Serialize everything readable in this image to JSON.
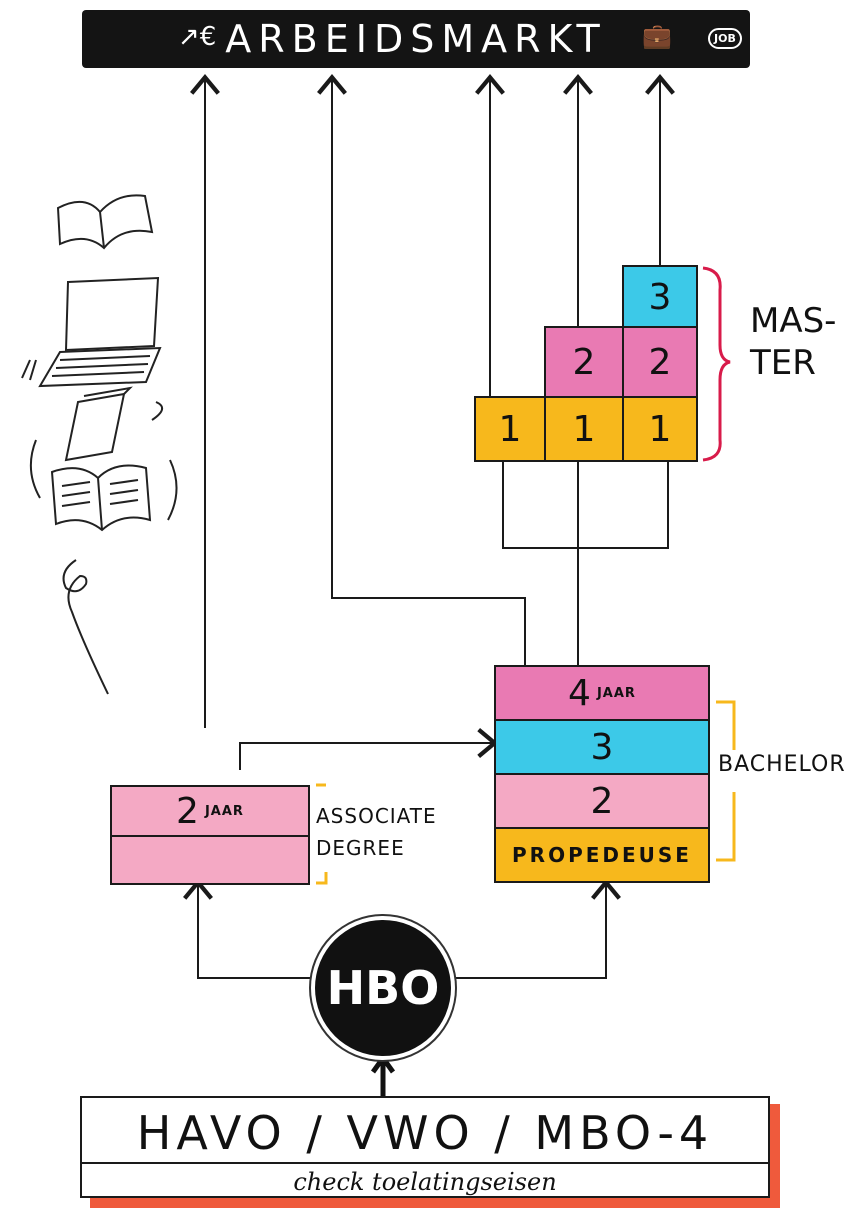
{
  "banner": {
    "title": "ARBEIDSMARKT",
    "left_icon": "growth-euro-icon",
    "right_icon": "briefcase-job-icon",
    "job_text": "JOB"
  },
  "master": {
    "label_line1": "MAS-",
    "label_line2": "TER",
    "year1": [
      "1",
      "1",
      "1"
    ],
    "year2": [
      "2",
      "2"
    ],
    "year3": "3"
  },
  "bachelor": {
    "label": "BACHELOR",
    "year4": "4",
    "year4_unit": "JAAR",
    "year3": "3",
    "year2": "2",
    "year1": "PROPEDEUSE"
  },
  "associate": {
    "label_line1": "ASSOCIATE",
    "label_line2": "DEGREE",
    "years": "2",
    "years_unit": "JAAR"
  },
  "hbo": "HBO",
  "entry": {
    "title": "HAVO / VWO / MBO-4",
    "subtitle": "check toelatingseisen"
  },
  "colors": {
    "yellow": "#f7b81c",
    "pink": "#e97ab3",
    "light_pink": "#f4a9c4",
    "cyan": "#3cc9e8",
    "coral": "#ef5a3c",
    "bracket_red": "#d81b4a"
  }
}
